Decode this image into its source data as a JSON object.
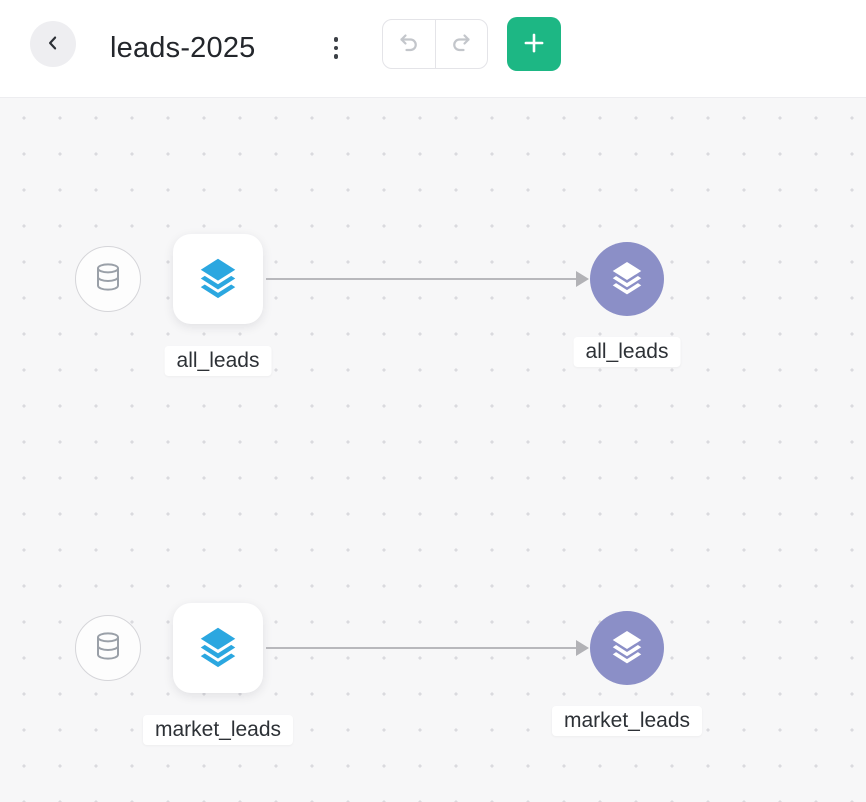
{
  "header": {
    "title": "leads-2025",
    "back_icon": "chevron-left-icon",
    "menu_icon": "kebab-menu-icon"
  },
  "toolbar": {
    "undo_icon": "undo-icon",
    "redo_icon": "redo-icon",
    "add_icon": "plus-icon",
    "add_button_color": "#1db784"
  },
  "canvas": {
    "grid": "dot-grid",
    "pipelines": [
      {
        "source_icon": "database-icon",
        "model_icon": "layers-icon",
        "model_label": "all_leads",
        "output_icon": "layers-icon",
        "output_label": "all_leads"
      },
      {
        "source_icon": "database-icon",
        "model_icon": "layers-icon",
        "model_label": "market_leads",
        "output_icon": "layers-icon",
        "output_label": "market_leads"
      }
    ],
    "colors": {
      "model_icon": "#2ba7e0",
      "output_node": "#8b8fc7",
      "edge": "#b8b8bc",
      "canvas_bg": "#f7f7f8"
    }
  }
}
